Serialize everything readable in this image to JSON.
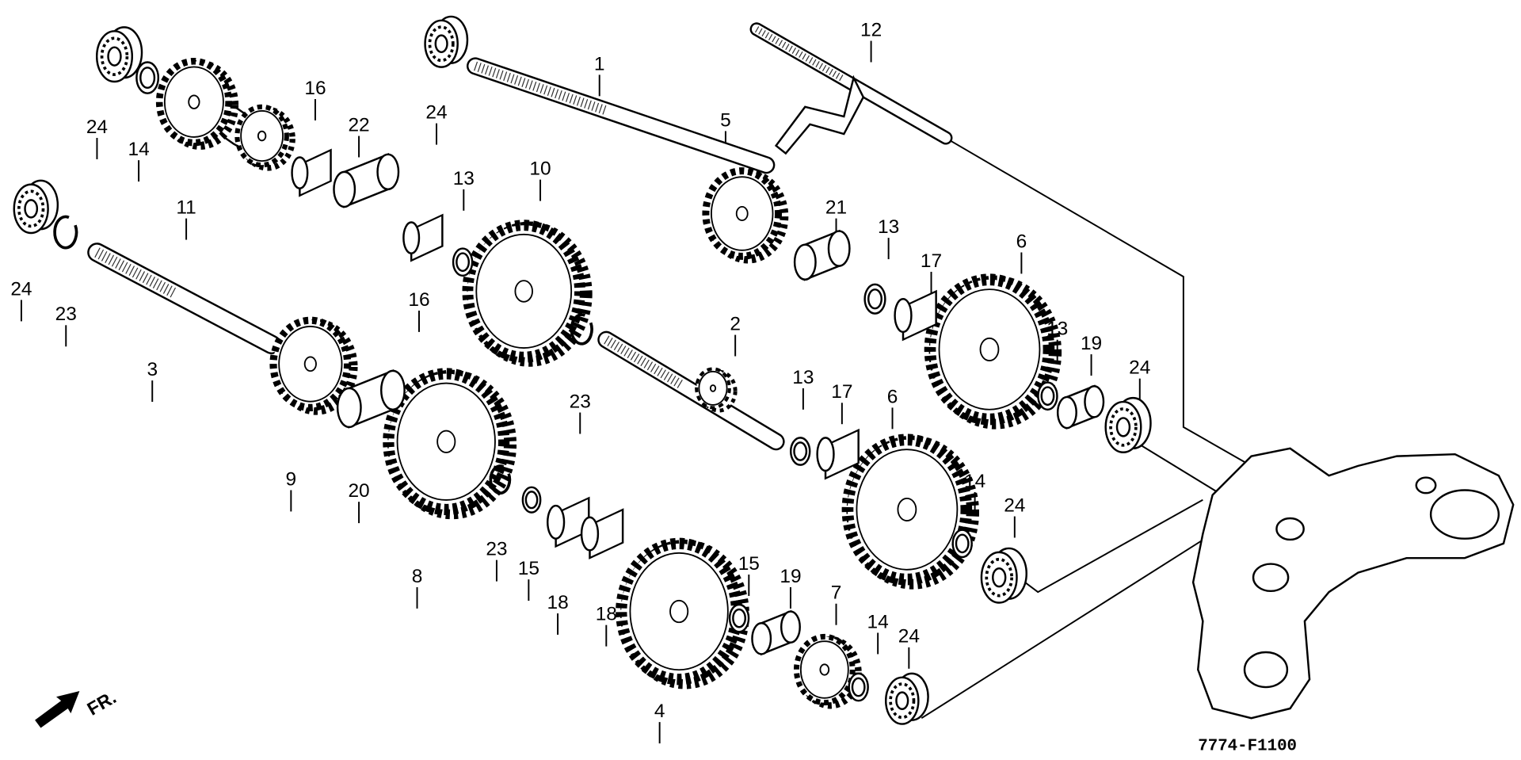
{
  "diagram": {
    "drawing_code": "7774-F1100",
    "front_indicator": "FR.",
    "part_callouts": [
      "24",
      "14",
      "11",
      "16",
      "22",
      "13",
      "16",
      "10",
      "1",
      "24",
      "5",
      "12",
      "21",
      "13",
      "17",
      "6",
      "24",
      "23",
      "3",
      "9",
      "20",
      "8",
      "23",
      "2",
      "13",
      "17",
      "6",
      "13",
      "19",
      "24",
      "14",
      "24",
      "23",
      "15",
      "18",
      "18",
      "15",
      "19",
      "7",
      "14",
      "24",
      "4"
    ],
    "line_color": "#000000",
    "background": "#ffffff"
  }
}
